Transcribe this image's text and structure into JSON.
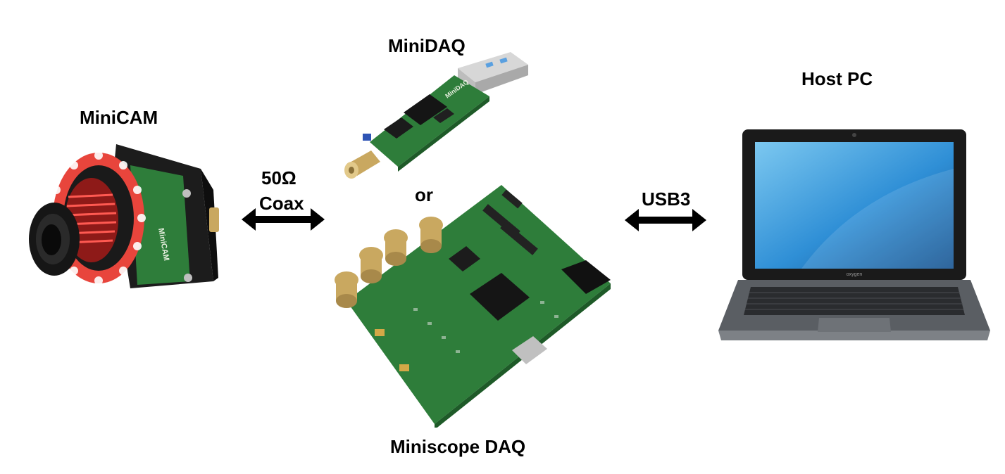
{
  "labels": {
    "minicam": "MiniCAM",
    "minidaq": "MiniDAQ",
    "host_pc": "Host PC",
    "coax_top": "50Ω",
    "coax_bottom": "Coax",
    "usb3": "USB3",
    "or": "or",
    "miniscope_daq": "Miniscope DAQ"
  },
  "devices": {
    "minidaq_board_text": "MiniDAQ",
    "minicam_board_text": "MiniCAM",
    "laptop_brand": "oxygen"
  },
  "colors": {
    "pcb_green": "#2e7d3a",
    "led_ring": "#e8453c",
    "connector_gold": "#c9a860",
    "screen_blue": "#2f8fd6",
    "laptop_body": "#5a5e63"
  }
}
